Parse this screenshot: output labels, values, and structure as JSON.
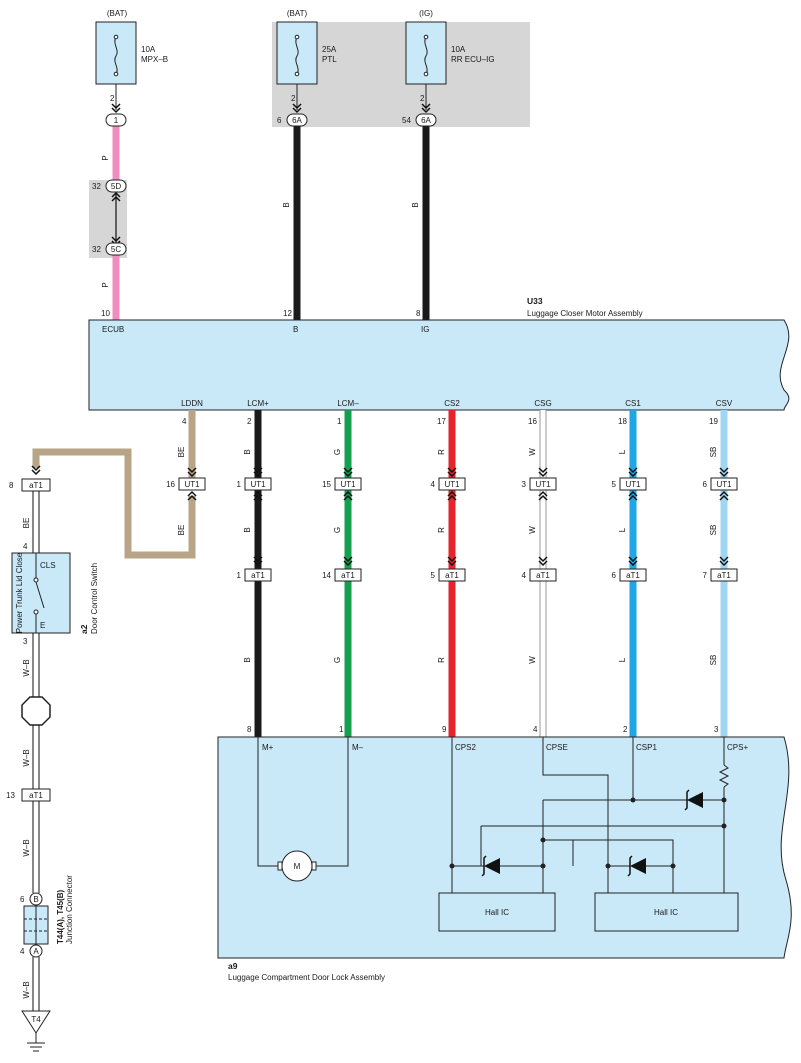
{
  "fuses": [
    {
      "source": "(BAT)",
      "rating": "10A",
      "name": "MPX–B"
    },
    {
      "source": "(BAT)",
      "rating": "25A",
      "name": "PTL"
    },
    {
      "source": "(IG)",
      "rating": "10A",
      "name": "RR ECU–IG"
    }
  ],
  "fuse_pins": [
    "2",
    "2",
    "2"
  ],
  "junctions": {
    "j1": "1",
    "j2_pin": "6",
    "j2": "6A",
    "j3_pin": "54",
    "j3": "6A",
    "j5d_pin": "32",
    "j5d": "5D",
    "j5c_pin": "32",
    "j5c": "5C"
  },
  "top_wire_colors": [
    "P",
    "P",
    "B",
    "B"
  ],
  "u33": {
    "code": "U33",
    "name": "Luggage Closer Motor Assembly",
    "top_pins": [
      {
        "num": "10",
        "name": "ECUB"
      },
      {
        "num": "12",
        "name": "B"
      },
      {
        "num": "8",
        "name": "IG"
      }
    ],
    "bottom_pins": [
      {
        "name": "LDDN",
        "num": "4"
      },
      {
        "name": "LCM+",
        "num": "2"
      },
      {
        "name": "LCM–",
        "num": "1"
      },
      {
        "name": "CS2",
        "num": "17"
      },
      {
        "name": "CSG",
        "num": "16"
      },
      {
        "name": "CS1",
        "num": "18"
      },
      {
        "name": "CSV",
        "num": "19"
      }
    ]
  },
  "mid_wires": [
    {
      "upper_color": "BE",
      "ut1_pin": "16",
      "ut1": "UT1",
      "lower_color": "BE"
    },
    {
      "upper_color": "B",
      "ut1_pin": "1",
      "ut1": "UT1",
      "lower_color": "B",
      "at1_pin": "1",
      "at1": "aT1",
      "bottom_color": "B",
      "a9_pin": "8"
    },
    {
      "upper_color": "G",
      "ut1_pin": "15",
      "ut1": "UT1",
      "lower_color": "G",
      "at1_pin": "14",
      "at1": "aT1",
      "bottom_color": "G",
      "a9_pin": "1"
    },
    {
      "upper_color": "R",
      "ut1_pin": "4",
      "ut1": "UT1",
      "lower_color": "R",
      "at1_pin": "5",
      "at1": "aT1",
      "bottom_color": "R",
      "a9_pin": "9"
    },
    {
      "upper_color": "W",
      "ut1_pin": "3",
      "ut1": "UT1",
      "lower_color": "W",
      "at1_pin": "4",
      "at1": "aT1",
      "bottom_color": "W",
      "a9_pin": "4"
    },
    {
      "upper_color": "L",
      "ut1_pin": "5",
      "ut1": "UT1",
      "lower_color": "L",
      "at1_pin": "6",
      "at1": "aT1",
      "bottom_color": "L",
      "a9_pin": "2"
    },
    {
      "upper_color": "SB",
      "ut1_pin": "6",
      "ut1": "UT1",
      "lower_color": "SB",
      "at1_pin": "7",
      "at1": "aT1",
      "bottom_color": "SB",
      "a9_pin": "3"
    }
  ],
  "left_chain": {
    "at1_top_pin": "8",
    "at1_top": "aT1",
    "wire1": "BE",
    "switch_pin_top": "4",
    "switch_label": "Power Trunk Lid Close",
    "switch_cls": "CLS",
    "switch_e": "E",
    "switch_pin_bottom": "3",
    "a2_code": "a2",
    "a2_name": "Door Control Switch",
    "wire2": "W–B",
    "wire3": "W–B",
    "at1_bottom_pin": "13",
    "at1_bottom": "aT1",
    "wire4": "W–B",
    "jc_pin_b": "6",
    "jc_b": "B",
    "jc_code": "T44(A), T45(B)",
    "jc_name": "Junction Connector",
    "jc_pin_a": "4",
    "jc_a": "A",
    "wire5": "W–B",
    "ground": "T4"
  },
  "a9": {
    "code": "a9",
    "name": "Luggage Compartment Door Lock Assembly",
    "pins": [
      "M+",
      "M–",
      "CPS2",
      "CPSE",
      "CSP1",
      "CPS+"
    ],
    "motor": "M",
    "hall1": "Hall IC",
    "hall2": "Hall IC"
  },
  "colors": {
    "P": "#f08cbf",
    "B": "#1a1a1a",
    "BE": "#b8a588",
    "G": "#15a050",
    "R": "#e5242b",
    "W": "#cfcfcf",
    "L": "#1ea6e6",
    "SB": "#9ed6f4",
    "box": "#c9e8f8",
    "shade": "#d6d6d6"
  }
}
